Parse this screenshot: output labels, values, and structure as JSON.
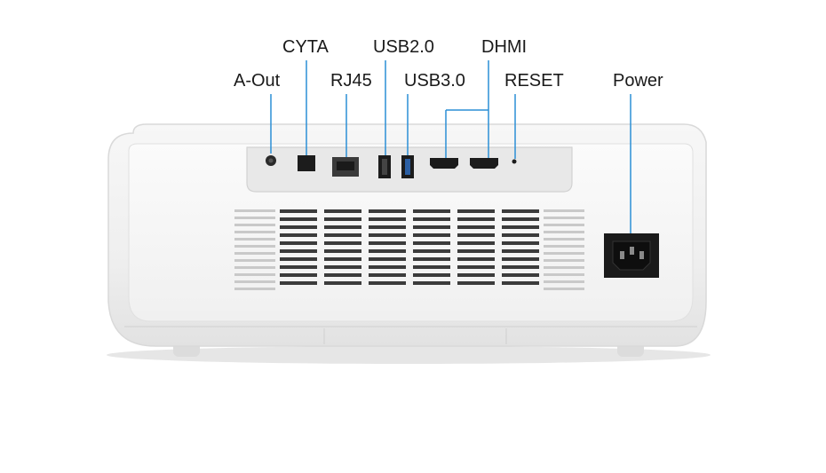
{
  "labels": {
    "a_out": "A-Out",
    "cyta": "CYTA",
    "rj45": "RJ45",
    "usb2": "USB2.0",
    "usb3": "USB3.0",
    "dhmi": "DHMI",
    "reset": "RESET",
    "power": "Power"
  },
  "colors": {
    "callout_line": "#2b8fd6",
    "body": "#f4f4f4",
    "port_black": "#1c1c1c"
  }
}
